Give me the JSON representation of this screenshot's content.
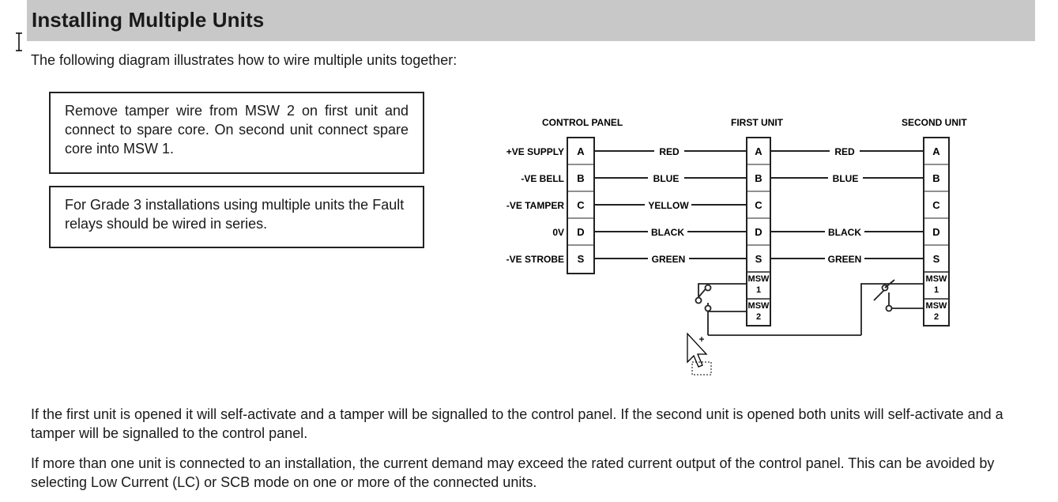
{
  "heading": "Installing Multiple Units",
  "intro": "The following diagram illustrates how to wire multiple units together:",
  "notes": [
    "Remove tamper wire from MSW 2 on first unit and connect to spare core. On second unit connect spare core into MSW 1.",
    "For Grade 3 installations using multiple units the Fault relays should be wired in series."
  ],
  "diagram": {
    "headers": {
      "control_panel": "CONTROL PANEL",
      "first_unit": "FIRST UNIT",
      "second_unit": "SECOND UNIT"
    },
    "rows": [
      {
        "label": "+VE SUPPLY",
        "terminal": "A",
        "wire1": "RED",
        "first": "A",
        "wire2": "RED",
        "second": "A"
      },
      {
        "label": "-VE BELL",
        "terminal": "B",
        "wire1": "BLUE",
        "first": "B",
        "wire2": "BLUE",
        "second": "B"
      },
      {
        "label": "-VE TAMPER",
        "terminal": "C",
        "wire1": "YELLOW",
        "first": "C",
        "wire2": "",
        "second": "C"
      },
      {
        "label": "0V",
        "terminal": "D",
        "wire1": "BLACK",
        "first": "D",
        "wire2": "BLACK",
        "second": "D"
      },
      {
        "label": "-VE STROBE",
        "terminal": "S",
        "wire1": "GREEN",
        "first": "S",
        "wire2": "GREEN",
        "second": "S"
      }
    ],
    "msw": {
      "msw1_top": "MSW",
      "msw1_num": "1",
      "msw2_top": "MSW",
      "msw2_num": "2"
    }
  },
  "paragraphs": [
    "If the first unit is opened it will self-activate and a tamper will be signalled to the control panel. If the second unit is opened both units will self-activate and a tamper will be signalled to the control panel.",
    "If more than one unit is connected to an installation, the current demand may exceed the rated current output of the control panel. This can be avoided by selecting Low Current (LC) or SCB mode on one or more of the connected units."
  ]
}
